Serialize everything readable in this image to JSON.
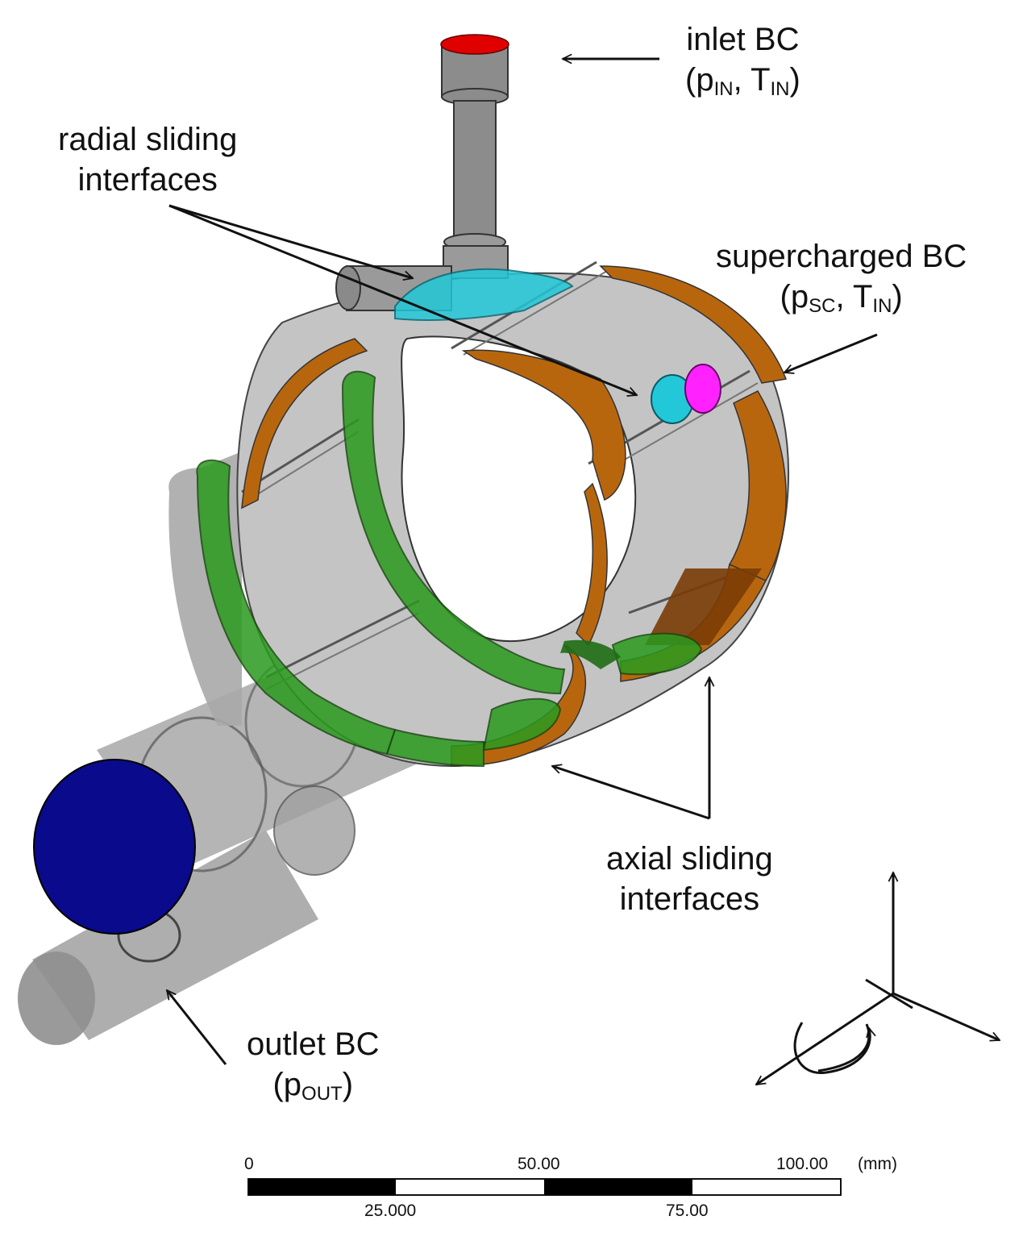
{
  "labels": {
    "inlet": {
      "line1": "inlet BC",
      "open": "(p",
      "sub1": "IN",
      "mid": ", T",
      "sub2": "IN",
      "close": ")"
    },
    "radial": {
      "line1": "radial sliding",
      "line2": "interfaces"
    },
    "supercharged": {
      "line1": "supercharged BC",
      "open": "(p",
      "sub1": "SC",
      "mid": ", T",
      "sub2": "IN",
      "close": ")"
    },
    "axial": {
      "line1": "axial sliding",
      "line2": "interfaces"
    },
    "outlet": {
      "line1": "outlet BC",
      "open": "(p",
      "sub1": "OUT",
      "close": ")"
    }
  },
  "scale_bar": {
    "ticks_top": [
      "0",
      "50.00",
      "100.00"
    ],
    "ticks_bottom": [
      "25.000",
      "75.00"
    ],
    "unit": "(mm)"
  },
  "colors": {
    "inlet_face": "#e00000",
    "outlet_face": "#0a0a8c",
    "supercharged_face": "#ff22ff",
    "radial_interface": "#22c8d8",
    "axial_interface_green": "#2a9a1e",
    "axial_interface_orange": "#b8660e",
    "body_grey": "#b8b8b8"
  }
}
